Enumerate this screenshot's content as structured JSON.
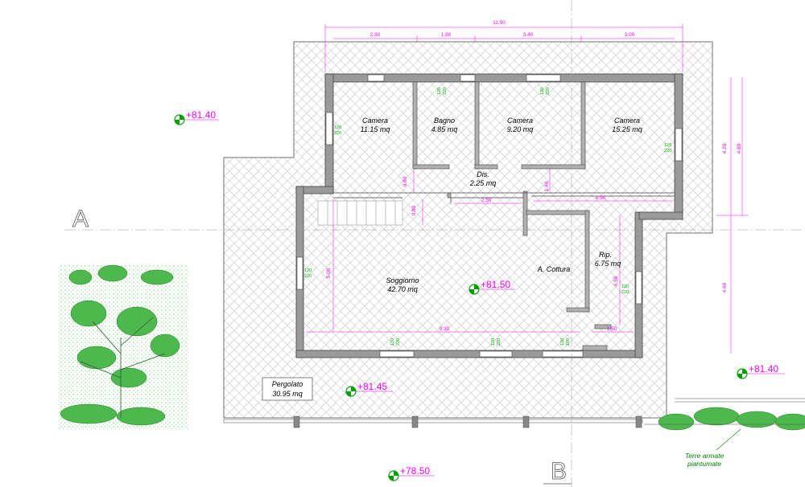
{
  "rooms": [
    {
      "name": "Camera",
      "area": "11.15 mq"
    },
    {
      "name": "Bagno",
      "area": "4.85 mq"
    },
    {
      "name": "Camera",
      "area": "9.20 mq"
    },
    {
      "name": "Camera",
      "area": "15.25 mq"
    },
    {
      "name": "Dis.",
      "area": "2.25 mq"
    },
    {
      "name": "Soggiorno",
      "area": "42.70 mq"
    },
    {
      "name": "A. Cottura",
      "area": ""
    },
    {
      "name": "Rip.",
      "area": "6.75 mq"
    },
    {
      "name": "Pergolato",
      "area": "30.95 mq"
    }
  ],
  "dimensions": {
    "overall": "11.90",
    "top": [
      "2.80",
      "1.80",
      "3.40",
      "3.00"
    ],
    "right": [
      "4.20",
      "4.80",
      "4.60"
    ],
    "interior": [
      "0.80",
      "0.80",
      "2.50",
      "1.40",
      "4.90",
      "5.00",
      "4.50",
      "9.30",
      "1.50"
    ]
  },
  "window_sizes": {
    "a": "120",
    "b": "220",
    "c": "100"
  },
  "levels": [
    "+81.40",
    "+81.50",
    "+81.45",
    "+81.40",
    "+78.50"
  ],
  "sections": [
    "A",
    "B"
  ],
  "annotations": {
    "terrain_line1": "Terre armate",
    "terrain_line2": "piantumate"
  },
  "colors": {
    "wall": "#909090",
    "dimension": "#ff00ff",
    "greenery": "#00b000",
    "hatch": "#c8c8c8"
  }
}
